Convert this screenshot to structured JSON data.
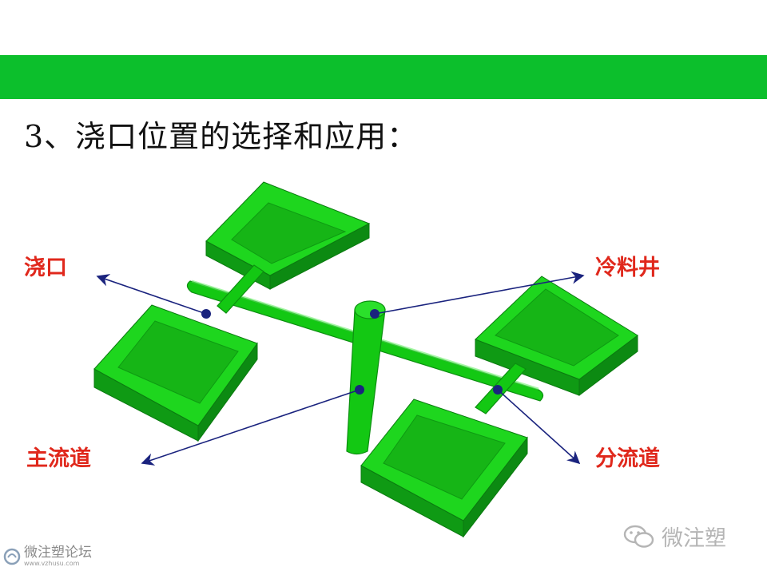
{
  "colors": {
    "band": "#0cbf2c",
    "mold_top": "#1ed61e",
    "mold_side": "#0f9a14",
    "mold_inner": "#16b516",
    "runner": "#13c813",
    "gate_dot": "#1a237e",
    "arrow": "#1a237e",
    "label": "#e0281c"
  },
  "heading": "3、浇口位置的选择和应用：",
  "labels": {
    "gate": "浇口",
    "cold_well": "冷料井",
    "sprue": "主流道",
    "runner": "分流道"
  },
  "watermark": {
    "brand": "微注塑",
    "site": "微注塑论坛",
    "url": "www.vzhusu.com"
  }
}
